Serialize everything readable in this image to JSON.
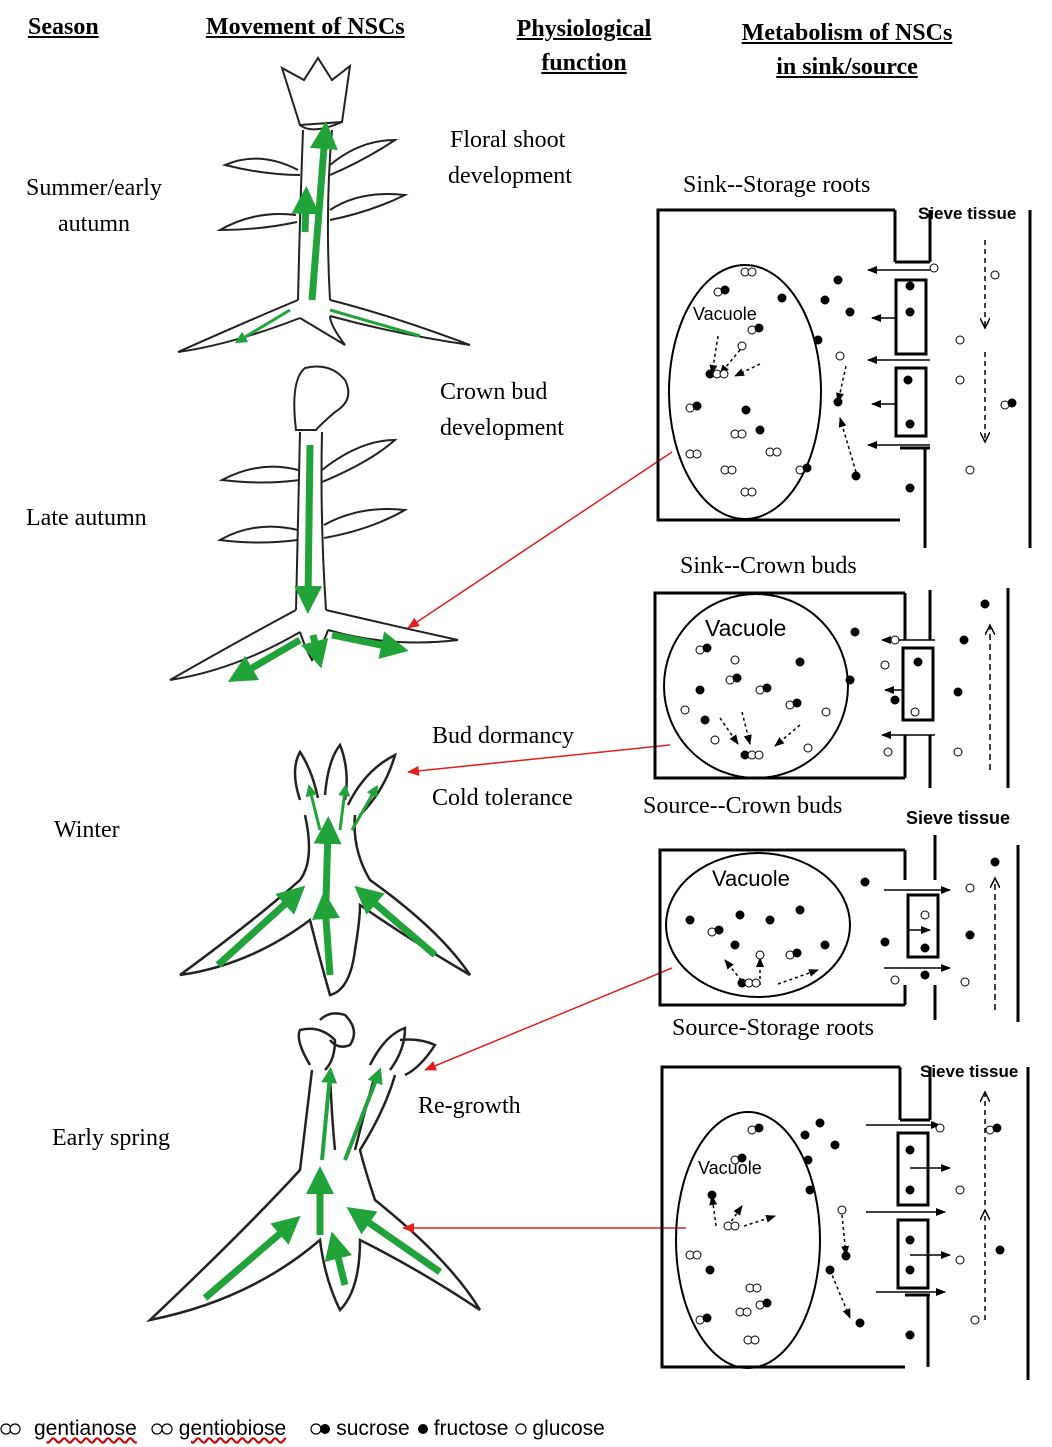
{
  "headers": {
    "season": "Season",
    "movement": "Movement of NSCs",
    "physio_line1": "Physiological",
    "physio_line2": "function",
    "metab_line1": "Metabolism of NSCs",
    "metab_line2": "in sink/source"
  },
  "seasons": {
    "summer_line1": "Summer/early",
    "summer_line2": "autumn",
    "late_autumn": "Late autumn",
    "winter": "Winter",
    "early_spring": "Early spring"
  },
  "functions": {
    "floral_line1": "Floral shoot",
    "floral_line2": "development",
    "crown_line1": "Crown bud",
    "crown_line2": "development",
    "bud_dormancy": "Bud dormancy",
    "cold_tolerance": "Cold tolerance",
    "regrowth": "Re-growth"
  },
  "panels": {
    "sink_roots": "Sink--Storage roots",
    "sink_buds": "Sink--Crown buds",
    "source_buds": "Source--Crown buds",
    "source_roots": "Source-Storage roots",
    "sieve_tissue": "Sieve tissue",
    "vacuole": "Vacuole"
  },
  "legend": {
    "gentianose": "gentianose",
    "gentiobiose": "gentiobiose",
    "sucrose": "sucrose",
    "fructose": "fructose",
    "glucose": "glucose"
  },
  "colors": {
    "flow_arrow": "#22a33a",
    "link_arrow": "#e0201c"
  }
}
